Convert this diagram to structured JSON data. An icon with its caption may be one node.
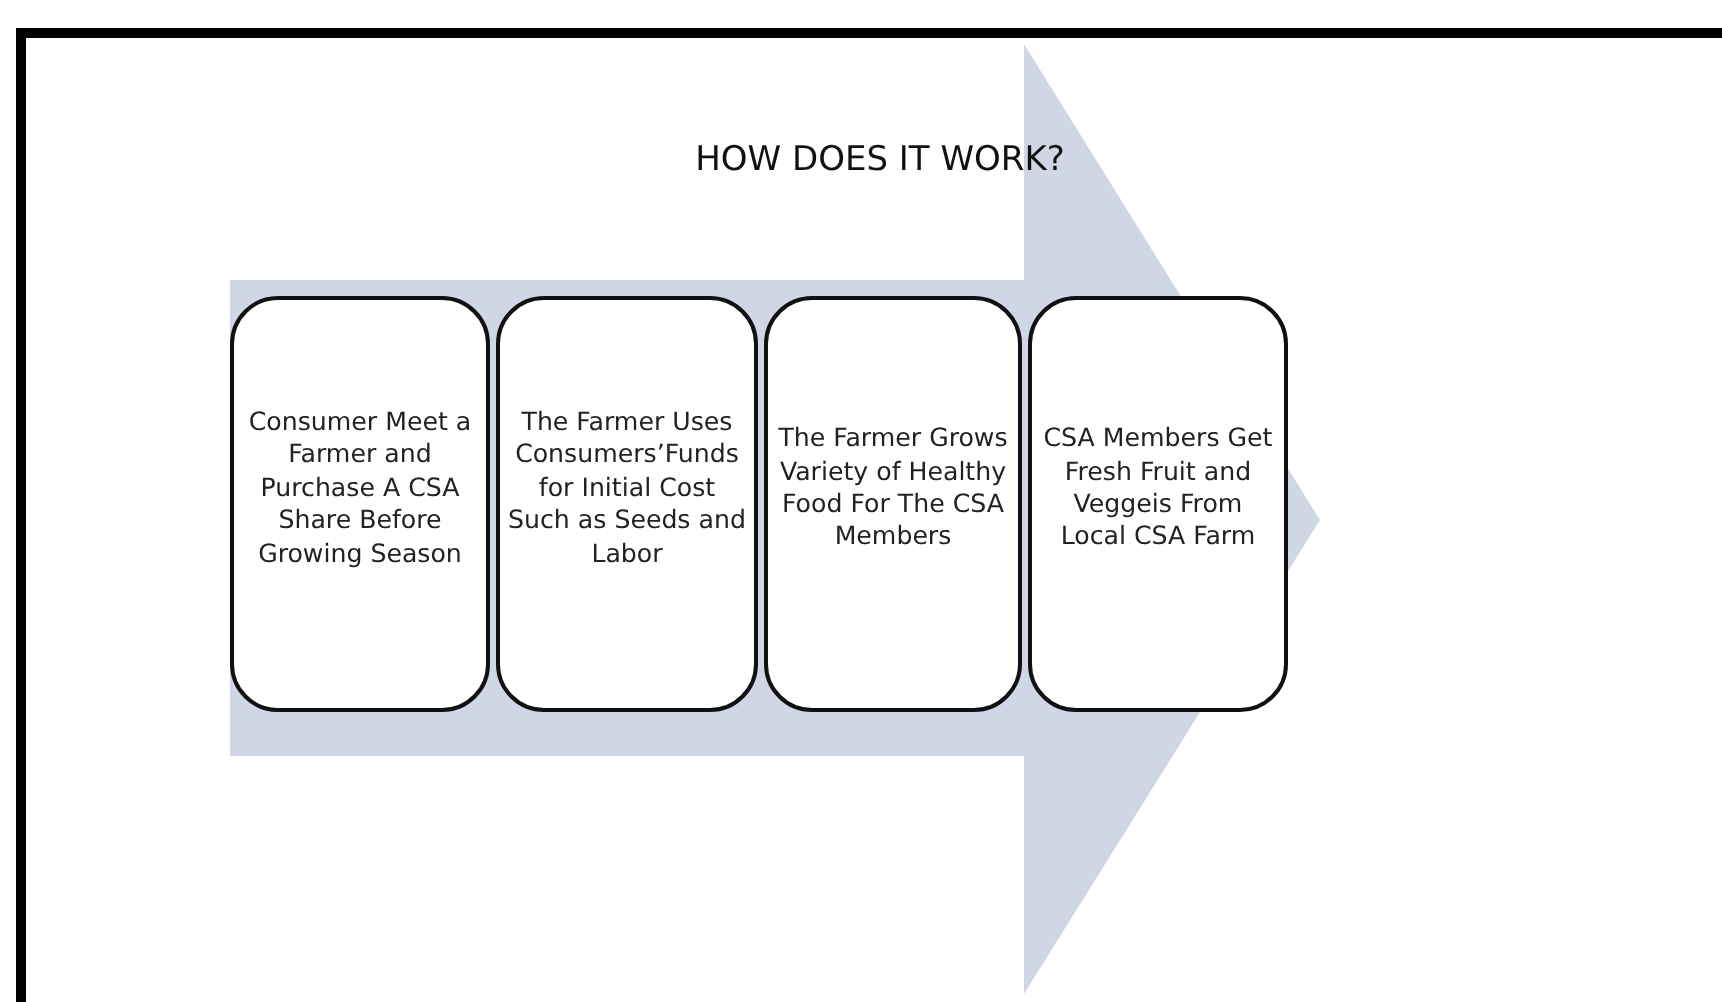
{
  "diagram": {
    "title": "HOW DOES IT WORK?",
    "nodes": [
      {
        "text": [
          "Consumer Meet a Farmer and Purchase A CSA Share Before Growing Season"
        ]
      },
      {
        "text": [
          "The Farmer Uses Consumers’Funds for Initial Cost Such as Seeds and Labor"
        ]
      },
      {
        "text": [
          "The Farmer Grows Variety of Healthy Food For The CSA Members"
        ]
      },
      {
        "text": [
          "CSA Members Get Fresh Fruit and Veggeis From Local CSA Farm"
        ]
      }
    ],
    "edges": [
      {
        "from": 0,
        "to": 3,
        "arrow": "to"
      }
    ]
  }
}
